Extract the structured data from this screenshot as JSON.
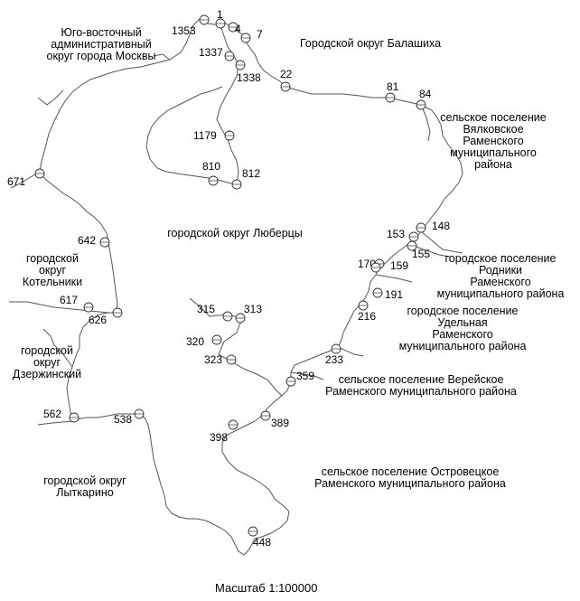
{
  "regions": [
    {
      "id": "yuvao",
      "lines": [
        "Юго-восточный",
        "административный",
        "округ города Москвы"
      ]
    },
    {
      "id": "balashikha",
      "lines": [
        "Городской округ Балашиха"
      ]
    },
    {
      "id": "vyalkovskoe",
      "lines": [
        "сельское поселение",
        "Вялковское",
        "Раменского",
        "муниципального",
        "района"
      ]
    },
    {
      "id": "lyubertsy",
      "lines": [
        "городской округ Люберцы"
      ]
    },
    {
      "id": "kotelniki",
      "lines": [
        "городской",
        "округ",
        "Котельники"
      ]
    },
    {
      "id": "rodniki",
      "lines": [
        "городское поселение",
        "Родники",
        "Раменского",
        "муниципального района"
      ]
    },
    {
      "id": "udelnaya",
      "lines": [
        "городское поселение",
        "Удельная",
        "Раменского",
        "муниципального района"
      ]
    },
    {
      "id": "dzerzhinsky",
      "lines": [
        "городской",
        "округ",
        "Дзержинский"
      ]
    },
    {
      "id": "vereyskoe",
      "lines": [
        "сельское поселение Верейское",
        "Раменского муниципального района"
      ]
    },
    {
      "id": "lytkarino",
      "lines": [
        "городской округ",
        "Лыткарино"
      ]
    },
    {
      "id": "ostrovetskoe",
      "lines": [
        "сельское поселение Островецкое",
        "Раменского муниципального района"
      ]
    }
  ],
  "points": [
    "1353",
    "1",
    "4",
    "7",
    "1337",
    "1338",
    "22",
    "81",
    "84",
    "1179",
    "810",
    "812",
    "671",
    "642",
    "148",
    "153",
    "155",
    "170",
    "159",
    "191",
    "216",
    "617",
    "626",
    "315",
    "313",
    "320",
    "323",
    "233",
    "359",
    "562",
    "538",
    "389",
    "398",
    "448"
  ],
  "scale_label": "Масштаб 1:100000"
}
